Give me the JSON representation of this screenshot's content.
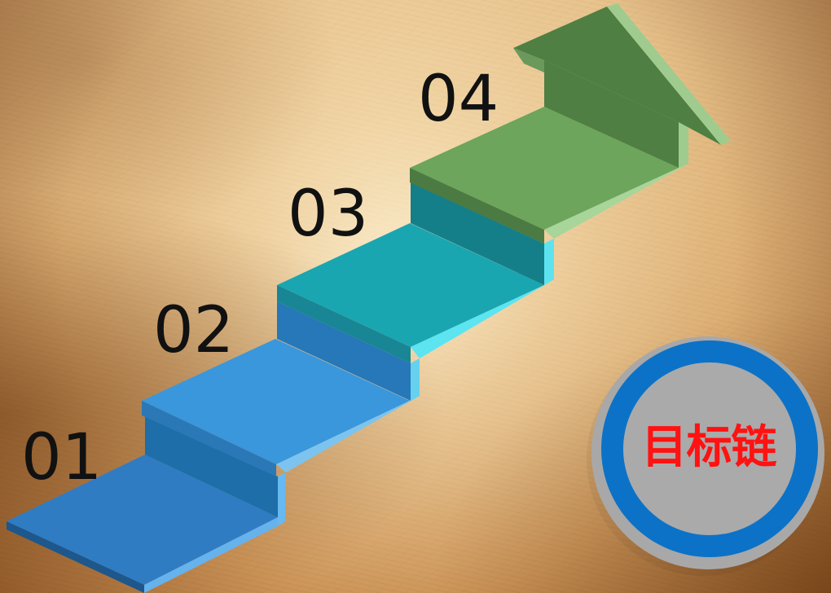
{
  "steps": [
    {
      "label": "01"
    },
    {
      "label": "02"
    },
    {
      "label": "03"
    },
    {
      "label": "04"
    }
  ],
  "badge": {
    "text": "目标链"
  },
  "colors": {
    "step1_top": "#2f7fc8",
    "step2_top": "#3798dd",
    "step3_top": "#1ea8b2",
    "step4_top": "#6aa55b",
    "arrow_main": "#4f7f43",
    "arrow_light": "#9fcc8e",
    "badge_outer": "#0c72c7",
    "badge_inner": "#aaaaaa",
    "badge_text": "#ff1212"
  }
}
